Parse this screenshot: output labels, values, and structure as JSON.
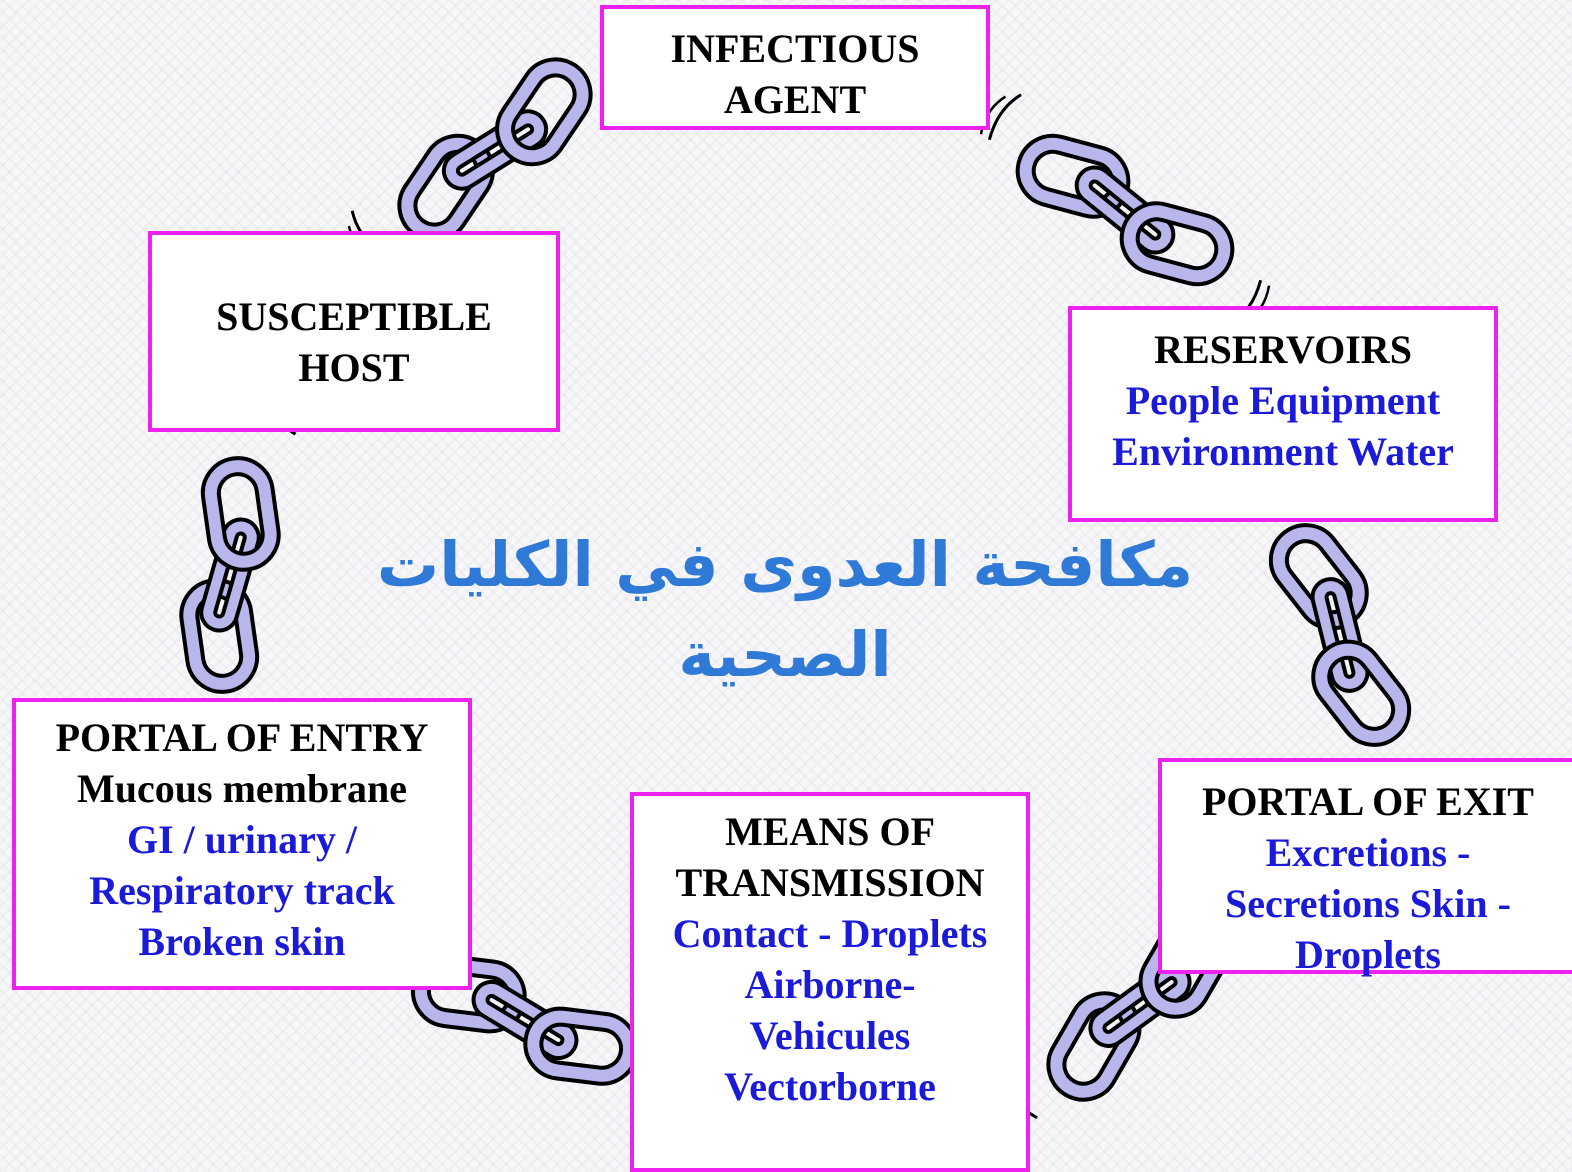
{
  "diagram": {
    "center_title": "مكافحة العدوى في الكليات الصحية",
    "nodes": {
      "infectious_agent": {
        "title_lines": [
          "INFECTIOUS",
          "AGENT"
        ]
      },
      "reservoirs": {
        "title": "RESERVOIRS",
        "detail_lines": [
          "People Equipment",
          "Environment Water"
        ]
      },
      "portal_of_exit": {
        "title": "PORTAL OF EXIT",
        "detail_lines": [
          "Excretions -",
          "Secretions Skin  -",
          "Droplets"
        ]
      },
      "means_of_transmission": {
        "title_lines": [
          "MEANS OF",
          "TRANSMISSION"
        ],
        "detail_lines": [
          "Contact - Droplets",
          "Airborne-",
          "Vehicules",
          "Vectorborne"
        ]
      },
      "portal_of_entry": {
        "title": "PORTAL OF ENTRY",
        "subtitle": "Mucous membrane",
        "detail_lines": [
          "GI / urinary /",
          "Respiratory  track",
          "Broken skin"
        ]
      },
      "susceptible_host": {
        "title_lines": [
          "SUSCEPTIBLE",
          "HOST"
        ]
      }
    }
  },
  "colors": {
    "box_border": "#ee22ee",
    "detail_text": "#1a1ad8",
    "title_text": "#000000",
    "arabic_title": "#2f7ad6",
    "chain_fill": "#b9b6ec",
    "chain_outline": "#000000"
  },
  "icons": {
    "connector": "chain-link-icon"
  }
}
